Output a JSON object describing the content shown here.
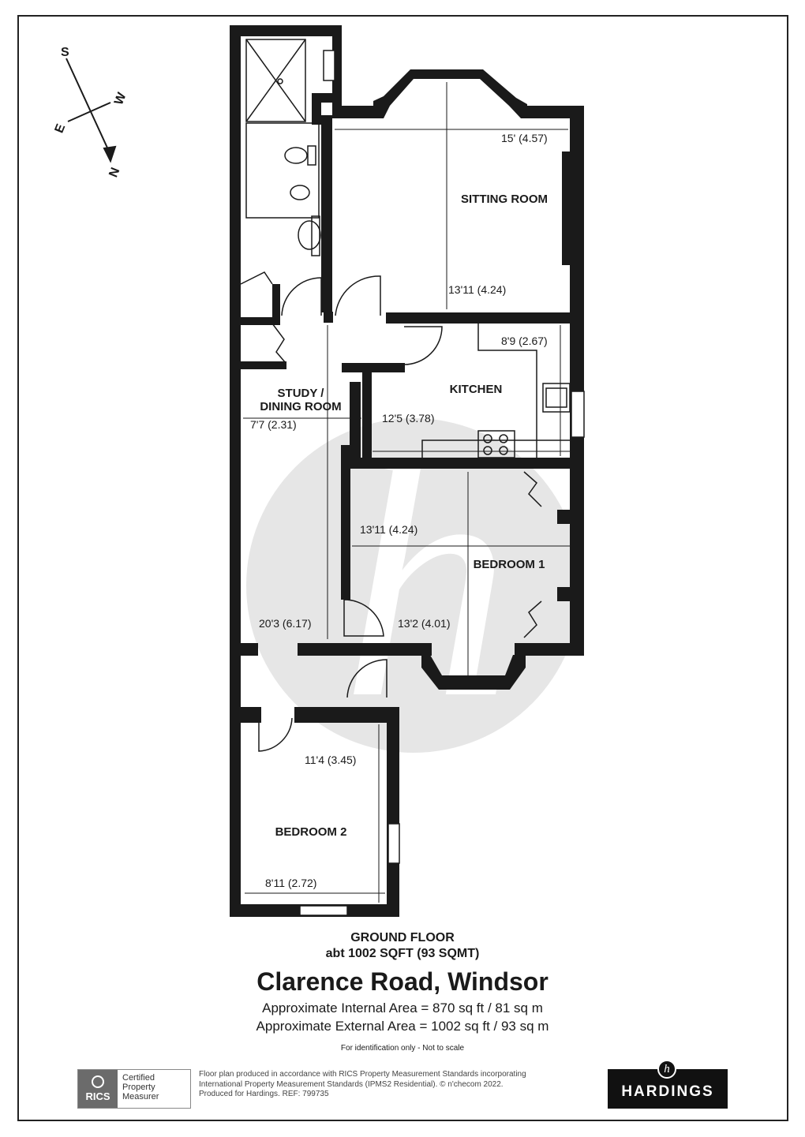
{
  "compass": {
    "south": "S",
    "west": "W",
    "east": "E",
    "north": "N"
  },
  "rooms": {
    "sitting_room": {
      "name": "SITTING ROOM",
      "width": "15' (4.57)",
      "length": "13'11 (4.24)"
    },
    "kitchen": {
      "name": "KITCHEN",
      "width": "8'9 (2.67)",
      "length": "12'5 (3.78)"
    },
    "study": {
      "name_line1": "STUDY /",
      "name_line2": "DINING ROOM",
      "width": "7'7 (2.31)",
      "length": "20'3 (6.17)"
    },
    "bedroom1": {
      "name": "BEDROOM 1",
      "width": "13'11 (4.24)",
      "length": "13'2 (4.01)"
    },
    "bedroom2": {
      "name": "BEDROOM 2",
      "width": "11'4 (3.45)",
      "length": "8'11 (2.72)"
    }
  },
  "floor": {
    "label": "GROUND FLOOR",
    "area": "abt 1002 SQFT (93 SQMT)"
  },
  "address": "Clarence Road, Windsor",
  "areas": {
    "internal": "Approximate Internal Area = 870 sq ft / 81 sq m",
    "external": "Approximate External Area = 1002 sq ft / 93 sq m"
  },
  "identification_note": "For identification only - Not to scale",
  "rics": {
    "logo": "RICS",
    "line1": "Certified",
    "line2": "Property",
    "line3": "Measurer"
  },
  "disclaimer": {
    "line1": "Floor plan produced in accordance with RICS Property Measurement Standards incorporating",
    "line2": "International Property Measurement Standards (IPMS2 Residential).  © n'checom 2022.",
    "line3": "Produced for Hardings.   REF:  799735"
  },
  "brand": {
    "mark": "h",
    "name": "HARDINGS"
  },
  "colors": {
    "wall": "#1a1a1a",
    "watermark": "#e6e6e6",
    "background": "#ffffff"
  }
}
